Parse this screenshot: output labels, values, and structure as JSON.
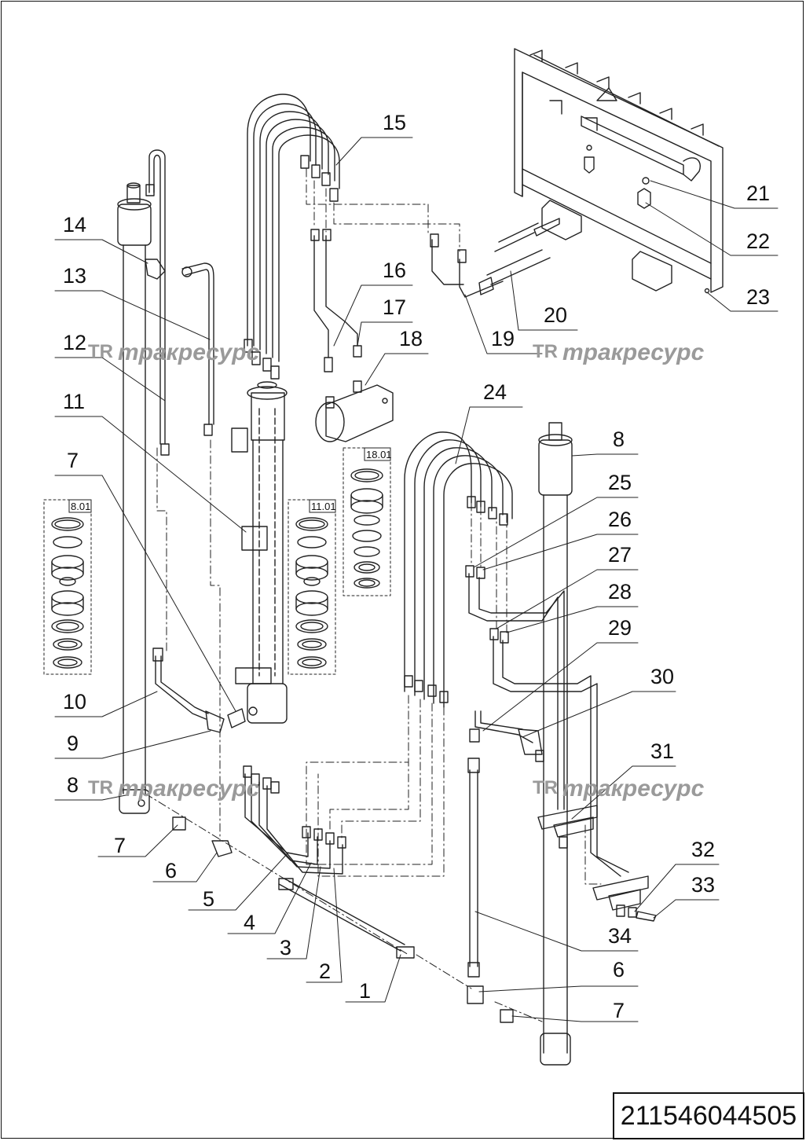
{
  "watermark": {
    "logo": "TR",
    "text": "тракресурс"
  },
  "part_number": "211546044505",
  "callouts": [
    "1",
    "2",
    "3",
    "4",
    "5",
    "6",
    "6",
    "7",
    "7",
    "7",
    "8",
    "8",
    "9",
    "10",
    "11",
    "12",
    "13",
    "14",
    "15",
    "16",
    "17",
    "18",
    "19",
    "20",
    "21",
    "22",
    "23",
    "24",
    "25",
    "26",
    "27",
    "28",
    "29",
    "30",
    "31",
    "32",
    "33",
    "34"
  ],
  "kits": [
    "8.01",
    "11.01",
    "18.01"
  ]
}
